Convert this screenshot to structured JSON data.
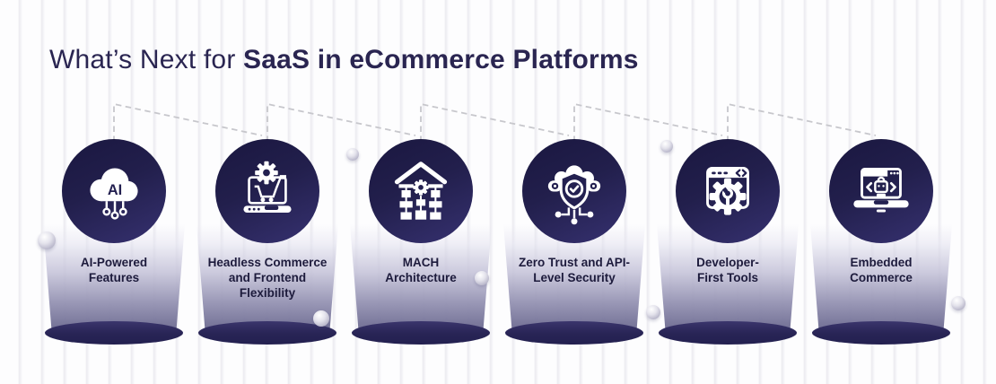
{
  "title": {
    "prefix": "What’s Next for ",
    "emphasis": "SaaS in eCommerce Platforms"
  },
  "items": [
    {
      "icon": "ai-cloud-icon",
      "icon_text": "AI",
      "lines": [
        "AI-Powered",
        "Features"
      ]
    },
    {
      "icon": "headless-commerce-icon",
      "lines": [
        "Headless Commerce",
        "and Frontend",
        "Flexibility"
      ]
    },
    {
      "icon": "mach-architecture-icon",
      "lines": [
        "MACH",
        "Architecture"
      ]
    },
    {
      "icon": "zero-trust-icon",
      "lines": [
        "Zero Trust and API-",
        "Level Security"
      ]
    },
    {
      "icon": "developer-first-tools-icon",
      "lines": [
        "Developer-",
        "First Tools"
      ]
    },
    {
      "icon": "embedded-commerce-icon",
      "lines": [
        "Embedded",
        "Commerce"
      ]
    }
  ],
  "colors": {
    "circle_navy": "#232050",
    "title_text": "#2a2551",
    "label_text": "#1d1b3c",
    "dashed_line": "#c7c7cc",
    "card_bottom": "#716f94",
    "base_ellipse": "#282455",
    "background": "#fdfdfe",
    "stripe": "#ecebf0"
  }
}
